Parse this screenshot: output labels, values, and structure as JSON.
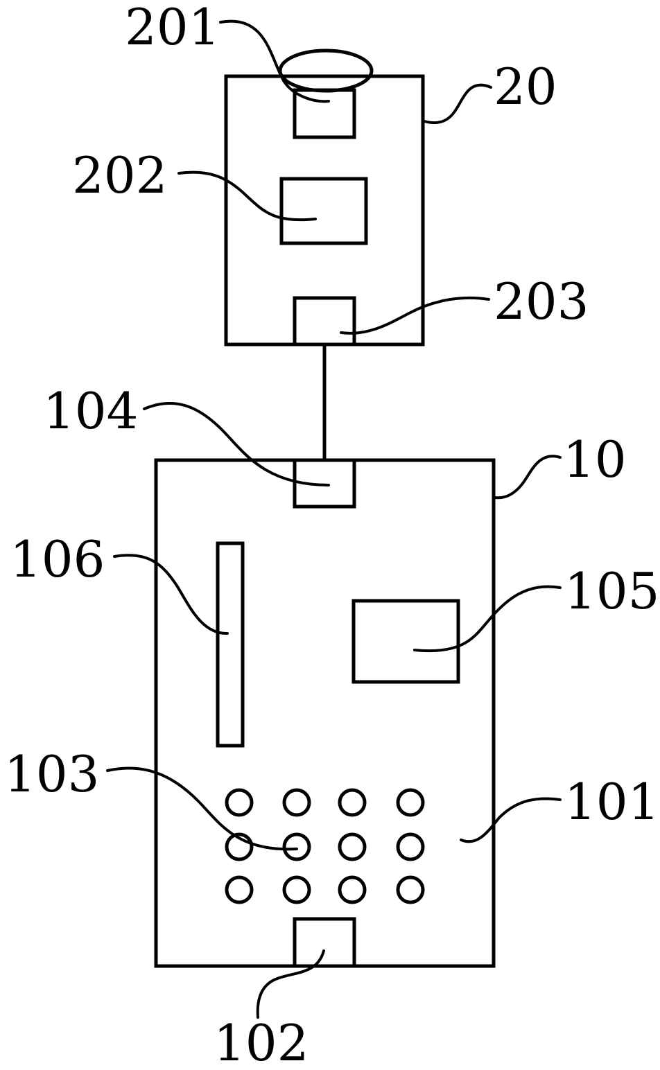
{
  "labels": {
    "unit_20": "20",
    "part_201": "201",
    "part_202": "202",
    "part_203": "203",
    "unit_10": "10",
    "part_101": "101",
    "part_102": "102",
    "part_103": "103",
    "part_104": "104",
    "part_105": "105",
    "part_106": "106"
  },
  "colors": {
    "line": "#000000",
    "background": "#ffffff"
  }
}
